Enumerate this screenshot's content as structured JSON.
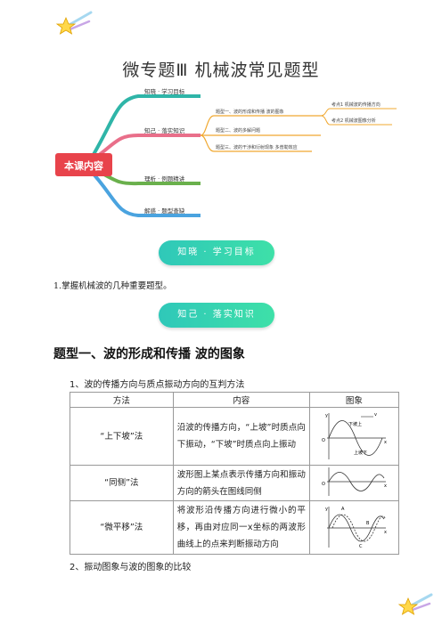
{
  "title": "微专题Ⅲ  机械波常见题型",
  "mindmap": {
    "center": "本课内容",
    "branches": [
      "知晓 · 学习目标",
      "知己 · 落实知识",
      "理析 · 例题精讲",
      "解惑 · 题型查缺"
    ],
    "topics": [
      "题型一、波的形成和传播  波的图象",
      "题型二、波的多解问题",
      "题型三、波的干涉和衍射现象  多普勒效应"
    ],
    "points": [
      "考点1 机械波的传播方向",
      "考点2 机械波图像分析"
    ]
  },
  "banner1": "知晓 · 学习目标",
  "goal": "1.掌握机械波的几种重要题型。",
  "banner2": "知己 · 落实知识",
  "section_title": "题型一、波的形成和传播   波的图象",
  "subtitle1": "1、波的传播方向与质点振动方向的互判方法",
  "table": {
    "headers": [
      "方法",
      "内容",
      "图象"
    ],
    "rows": [
      {
        "method": "“上下坡”法",
        "content": "沿波的传播方向，“上坡”时质点向下振动，“下坡”时质点向上振动"
      },
      {
        "method": "“同侧”法",
        "content": "波形图上某点表示传播方向和振动方向的箭头在图线同侧"
      },
      {
        "method": "“微平移”法",
        "content": "将波形沿传播方向进行微小的平移，再由对应同一x坐标的两波形曲线上的点来判断振动方向"
      }
    ],
    "fig_labels": [
      "y",
      "v",
      "下坡上",
      "上坡下",
      "O",
      "x",
      "A",
      "B",
      "C"
    ]
  },
  "subtitle2": "2、振动图象与波的图象的比较"
}
